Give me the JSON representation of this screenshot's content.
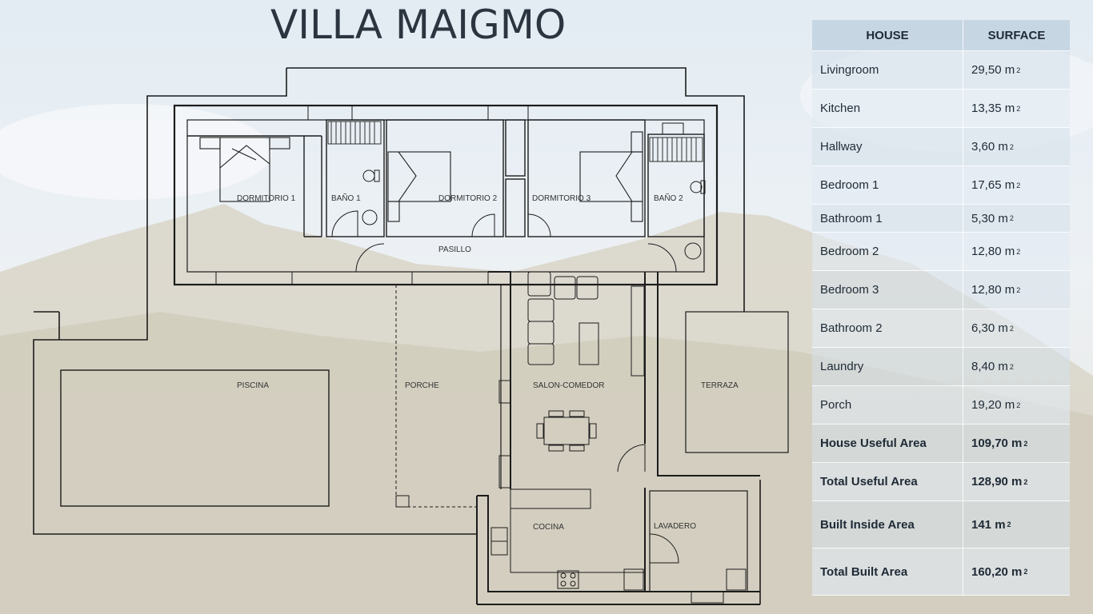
{
  "title": "VILLA MAIGMO",
  "colors": {
    "title": "#2b3540",
    "line": "#1c1c1c",
    "table_header": "#c4d4e2"
  },
  "rooms": {
    "dormitorio1": "DORMITORIO 1",
    "bano1": "BAÑO 1",
    "dormitorio2": "DORMITORIO 2",
    "dormitorio3": "DORMITORIO 3",
    "bano2": "BAÑO 2",
    "pasillo": "PASILLO",
    "piscina": "PISCINA",
    "porche": "PORCHE",
    "salon": "SALON-COMEDOR",
    "terraza": "TERRAZA",
    "cocina": "COCINA",
    "lavadero": "LAVADERO"
  },
  "table": {
    "headers": [
      "HOUSE",
      "SURFACE"
    ],
    "unit_sup": "2",
    "rows": [
      {
        "name": "Livingroom",
        "value": "29,50 m",
        "bold": false
      },
      {
        "name": "Kitchen",
        "value": "13,35 m",
        "bold": false
      },
      {
        "name": "Hallway",
        "value": "3,60 m",
        "bold": false
      },
      {
        "name": "Bedroom 1",
        "value": "17,65 m",
        "bold": false
      },
      {
        "name": "Bathroom 1",
        "value": "5,30 m",
        "bold": false
      },
      {
        "name": "Bedroom 2",
        "value": "12,80 m",
        "bold": false
      },
      {
        "name": "Bedroom 3",
        "value": "12,80 m",
        "bold": false
      },
      {
        "name": "Bathroom 2",
        "value": "6,30 m",
        "bold": false
      },
      {
        "name": "Laundry",
        "value": "8,40 m",
        "bold": false
      },
      {
        "name": "Porch",
        "value": "19,20 m",
        "bold": false
      },
      {
        "name": "House Useful Area",
        "value": "109,70 m",
        "bold": true
      },
      {
        "name": "Total Useful Area",
        "value": "128,90 m",
        "bold": true
      },
      {
        "name": "Built Inside Area",
        "value": "141 m",
        "bold": true
      },
      {
        "name": "Total Built Area",
        "value": "160,20 m",
        "bold": true
      }
    ]
  }
}
